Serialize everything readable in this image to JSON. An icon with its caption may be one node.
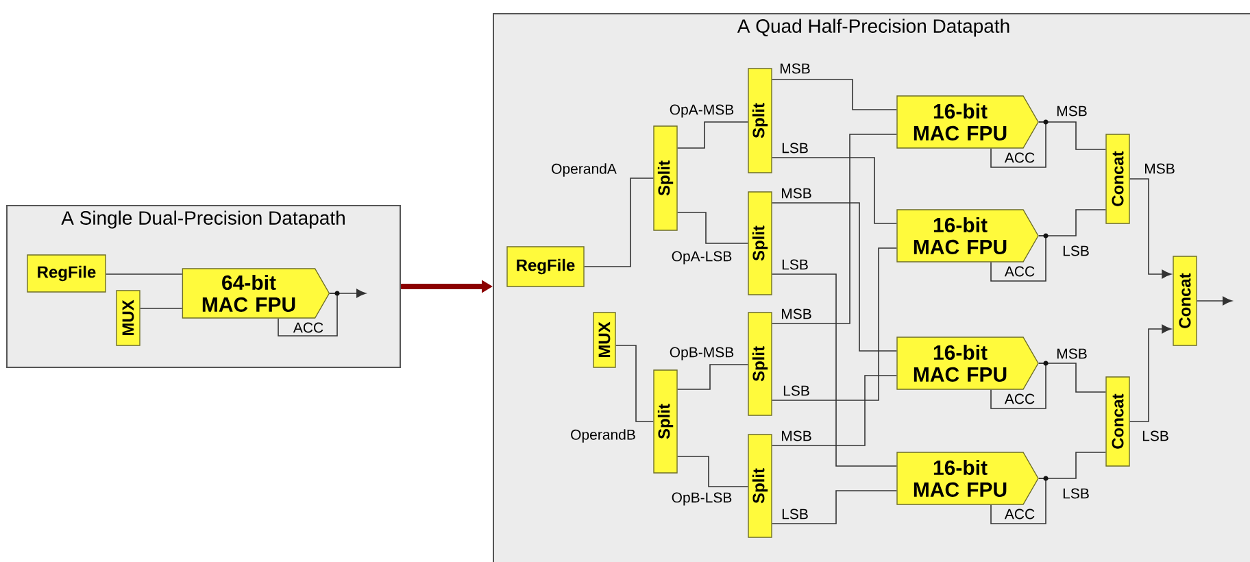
{
  "diagram": {
    "nodes": [
      {
        "text": [
          "A Single Dual-Precision Datapath"
        ]
      },
      {
        "text": [
          "RegFile"
        ],
        "in": 0
      },
      {
        "text": [
          "MUX"
        ],
        "in": 0
      },
      {
        "text": [
          "64-bit MAC FPU"
        ],
        "in": 0
      },
      {
        "text": [
          "A Quad Half-Precision Datapath"
        ]
      },
      {
        "text": [
          "RegFile"
        ],
        "in": 4
      },
      {
        "text": [
          "Split"
        ],
        "in": 4
      },
      {
        "text": [
          "Split"
        ],
        "in": 4
      },
      {
        "text": [
          "Split"
        ],
        "in": 4
      },
      {
        "text": [
          "MUX"
        ],
        "in": 4
      },
      {
        "text": [
          "Split"
        ],
        "in": 4
      },
      {
        "text": [
          "Split"
        ],
        "in": 4
      },
      {
        "text": [
          "Split"
        ],
        "in": 4
      },
      {
        "text": [
          "16-bit MAC FPU"
        ],
        "in": 4
      },
      {
        "text": [
          "16-bit MAC FPU"
        ],
        "in": 4
      },
      {
        "text": [
          "16-bit MAC FPU"
        ],
        "in": 4
      },
      {
        "text": [
          "16-bit MAC FPU"
        ],
        "in": 4
      },
      {
        "text": [
          "Concat"
        ],
        "in": 4
      },
      {
        "text": [
          "Concat"
        ],
        "in": 4
      },
      {
        "text": [
          "Concat"
        ],
        "in": 4
      }
    ],
    "edges": [
      {
        "from": 1,
        "to": 3,
        "arrow": "none"
      },
      {
        "from": 2,
        "to": 3,
        "arrow": "none"
      },
      {
        "from": 3,
        "to": null,
        "arrow": "to"
      },
      {
        "from": 3,
        "to": 3,
        "arrow": "none",
        "label": "ACC"
      },
      {
        "from": 0,
        "to": 4,
        "arrow": "to",
        "style": "thick",
        "color": "#8b0000"
      },
      {
        "from": 5,
        "to": 6,
        "arrow": "none",
        "label": "OperandA"
      },
      {
        "from": 6,
        "to": 7,
        "arrow": "none",
        "label": "OpA-MSB"
      },
      {
        "from": 6,
        "to": 8,
        "arrow": "none",
        "label": "OpA-LSB"
      },
      {
        "from": 9,
        "to": 10,
        "arrow": "none",
        "label": "OperandB"
      },
      {
        "from": 10,
        "to": 11,
        "arrow": "none",
        "label": "OpB-MSB"
      },
      {
        "from": 10,
        "to": 12,
        "arrow": "none",
        "label": "OpB-LSB"
      },
      {
        "from": 7,
        "to": 13,
        "arrow": "none",
        "label": "MSB"
      },
      {
        "from": 7,
        "to": 14,
        "arrow": "none",
        "label": "LSB"
      },
      {
        "from": 8,
        "to": 15,
        "arrow": "none",
        "label": "MSB"
      },
      {
        "from": 8,
        "to": 16,
        "arrow": "none",
        "label": "LSB"
      },
      {
        "from": 11,
        "to": 13,
        "arrow": "none",
        "label": "MSB"
      },
      {
        "from": 11,
        "to": 14,
        "arrow": "none",
        "label": "LSB"
      },
      {
        "from": 12,
        "to": 15,
        "arrow": "none",
        "label": "MSB"
      },
      {
        "from": 12,
        "to": 16,
        "arrow": "none",
        "label": "LSB"
      },
      {
        "from": 13,
        "to": 13,
        "arrow": "none",
        "label": "ACC"
      },
      {
        "from": 14,
        "to": 14,
        "arrow": "none",
        "label": "ACC"
      },
      {
        "from": 15,
        "to": 15,
        "arrow": "none",
        "label": "ACC"
      },
      {
        "from": 16,
        "to": 16,
        "arrow": "none",
        "label": "ACC"
      },
      {
        "from": 13,
        "to": 17,
        "arrow": "none",
        "label": "MSB"
      },
      {
        "from": 14,
        "to": 17,
        "arrow": "none",
        "label": "LSB"
      },
      {
        "from": 15,
        "to": 18,
        "arrow": "none",
        "label": "MSB"
      },
      {
        "from": 16,
        "to": 18,
        "arrow": "none",
        "label": "LSB"
      },
      {
        "from": 17,
        "to": 19,
        "arrow": "to",
        "label": "MSB"
      },
      {
        "from": 18,
        "to": 19,
        "arrow": "to",
        "label": "LSB"
      },
      {
        "from": 19,
        "to": null,
        "arrow": "to"
      }
    ]
  }
}
